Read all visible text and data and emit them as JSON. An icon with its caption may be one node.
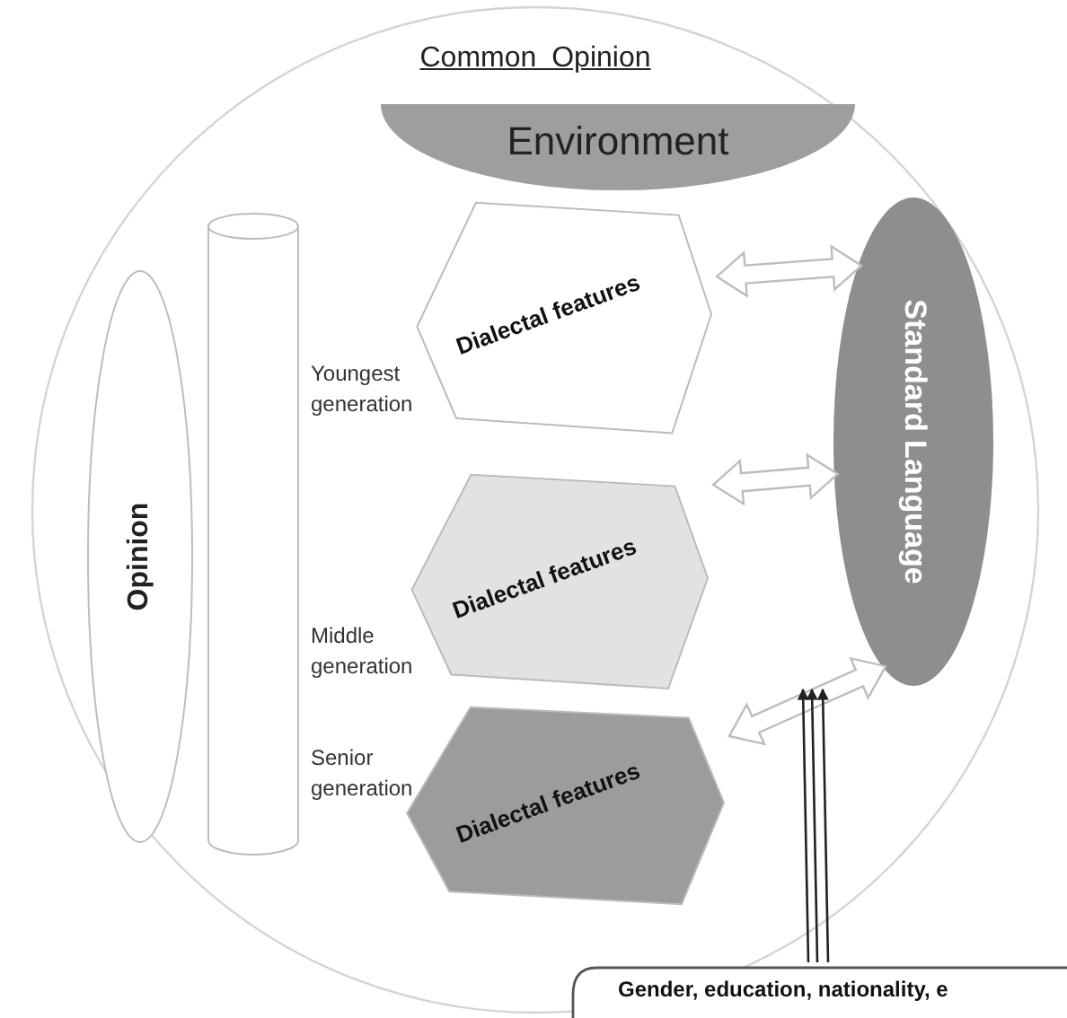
{
  "diagram": {
    "nodes": [
      {
        "text": [
          "Common Opinion"
        ]
      },
      {
        "text": [
          "Environment"
        ],
        "in": 0
      },
      {
        "text": [
          "Opinion"
        ],
        "in": 0
      },
      {
        "text": [
          "Youngest generation",
          "Middle generation",
          "Senior generation"
        ],
        "in": 0
      },
      {
        "text": [
          "Dialectal features"
        ],
        "in": 0
      },
      {
        "text": [
          "Dialectal features"
        ],
        "in": 0
      },
      {
        "text": [
          "Dialectal features"
        ],
        "in": 0
      },
      {
        "text": [
          "Standard Language"
        ],
        "in": 0
      },
      {
        "text": [
          "Gender, education, nationality, e"
        ]
      }
    ],
    "edges": [
      {
        "from": 4,
        "to": 7,
        "arrow": "both",
        "style": "thick",
        "color": "#bdbdbd"
      },
      {
        "from": 5,
        "to": 7,
        "arrow": "both",
        "style": "thick",
        "color": "#bdbdbd"
      },
      {
        "from": 6,
        "to": 7,
        "arrow": "both",
        "style": "thick",
        "color": "#bdbdbd"
      },
      {
        "from": 8,
        "to": null,
        "arrow": "to"
      },
      {
        "from": 8,
        "to": null,
        "arrow": "to"
      },
      {
        "from": 8,
        "to": null,
        "arrow": "to"
      }
    ]
  }
}
